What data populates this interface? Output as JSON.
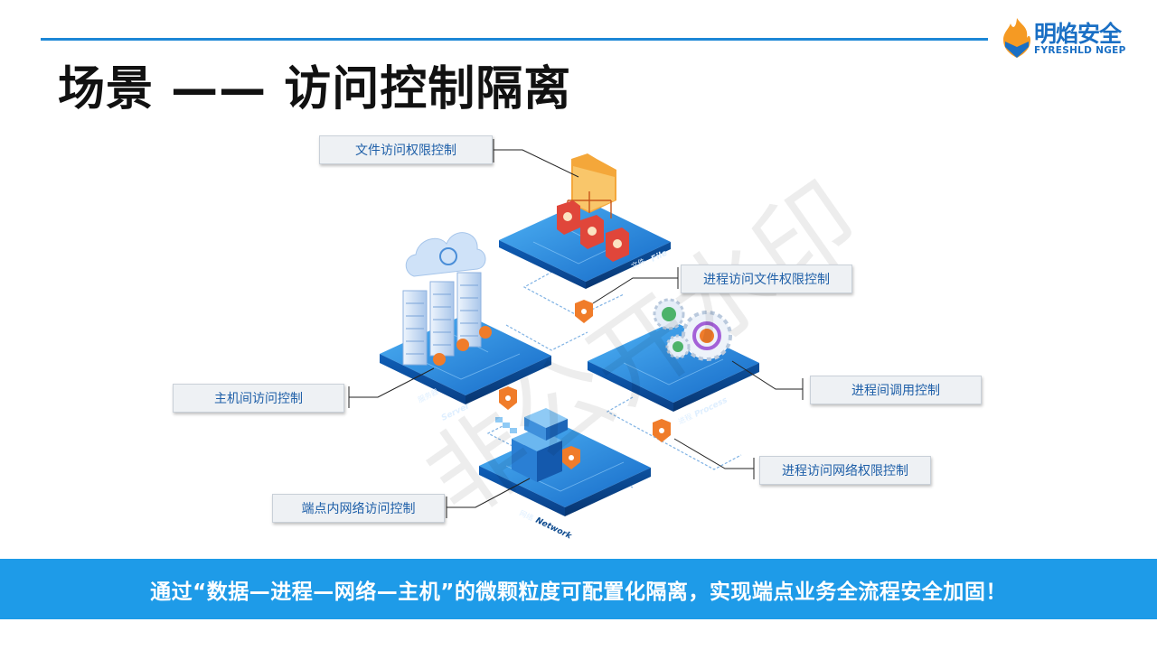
{
  "slide": {
    "title": "场景 —— 访问控制隔离",
    "banner": "通过“数据—进程—网络—主机”的微颗粒度可配置化隔离，实现端点业务全流程安全加固！",
    "watermark": "非公开水印"
  },
  "logo": {
    "name_cn": "明焰安全",
    "name_en": "FYRESHLD NGEP"
  },
  "callouts": {
    "file_access": "文件访问权限控制",
    "process_file": "进程访问文件权限控制",
    "process_call": "进程间调用控制",
    "host_access": "主机间访问控制",
    "process_network": "进程访问网络权限控制",
    "endpoint_network": "端点内网络访问控制"
  },
  "platforms": {
    "file_cn": "文件",
    "file_en": "File",
    "server_cn": "服务器",
    "server_en": "Server",
    "process_cn": "进程",
    "process_en": "Process",
    "network_cn": "网络",
    "network_en": "Network"
  },
  "colors": {
    "accent": "#1e9be8",
    "title_line": "#1c87d6",
    "platform_top": "#2a8fe0",
    "platform_side": "#0b4f9e",
    "callout_text": "#1e5fa8"
  }
}
